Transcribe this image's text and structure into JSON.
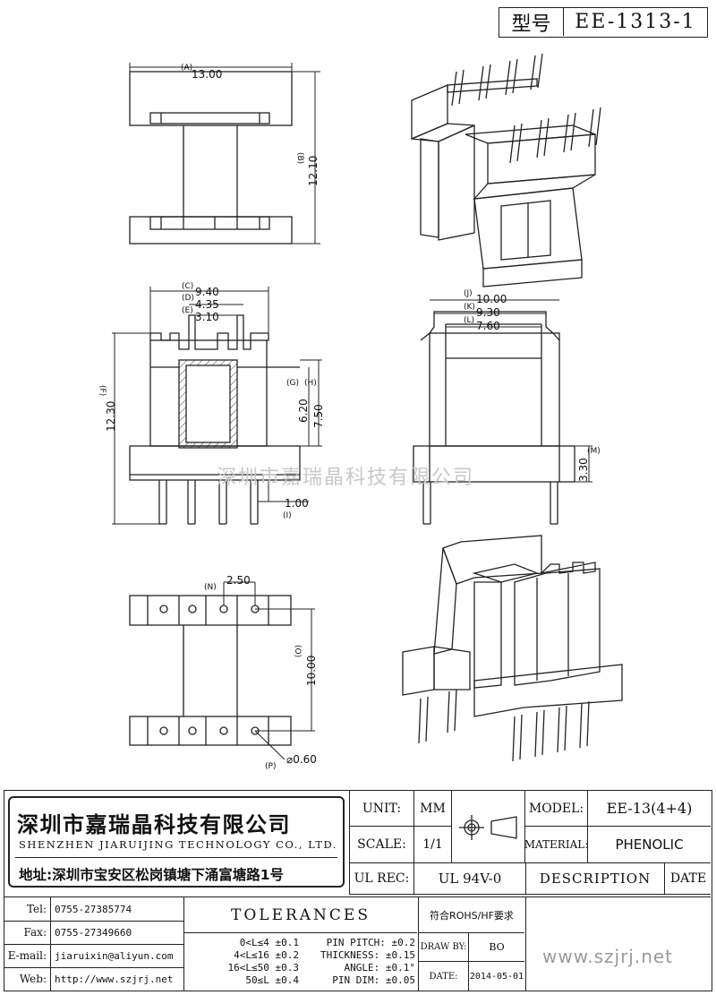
{
  "header": {
    "model_label": "型号",
    "model_value": "EE-1313-1"
  },
  "watermark": "深圳市嘉瑞晶科技有限公司",
  "dimensions": {
    "A": "(A)",
    "A_val": "13.00",
    "B": "(B)",
    "B_val": "12.10",
    "C": "(C)",
    "C_val": "9.40",
    "D": "(D)",
    "D_val": "4.35",
    "E": "(E)",
    "E_val": "3.10",
    "F": "(F)",
    "F_val": "12.30",
    "G": "(G)",
    "G_val": "6.20",
    "H": "(H)",
    "H_val": "7.50",
    "I": "(I)",
    "I_val": "1.00",
    "J": "(J)",
    "J_val": "10.00",
    "K": "(K)",
    "K_val": "9.30",
    "L": "(L)",
    "L_val": "7.60",
    "M": "(M)",
    "M_val": "3.30",
    "N": "(N)",
    "N_val": "2.50",
    "O": "(O)",
    "O_val": "10.00",
    "P": "(P)",
    "P_val": "⌀0.60"
  },
  "company": {
    "name_cn": "深圳市嘉瑞晶科技有限公司",
    "name_en": "SHENZHEN JIARUIJING TECHNOLOGY CO., LTD.",
    "address": "地址:深圳市宝安区松岗镇塘下涌富塘路1号"
  },
  "title_block": {
    "unit_label": "UNIT:",
    "unit_value": "MM",
    "scale_label": "SCALE:",
    "scale_value": "1/1",
    "model_label": "MODEL:",
    "model_value": "EE-13(4+4)",
    "material_label": "MATERIAL:",
    "material_value": "PHENOLIC",
    "ulrec_label": "UL REC:",
    "ulrec_value": "UL 94V-0",
    "description_label": "DESCRIPTION",
    "date_label": "DATE",
    "tolerances_label": "TOLERANCES",
    "rohs": "符合ROHS/HF要求",
    "drawby_label": "DRAW BY:",
    "drawby_value": "BO",
    "date2_label": "DATE:",
    "date2_value": "2014-05-01",
    "website_big": "www.szjrj.net"
  },
  "contacts": [
    {
      "label": "Tel:",
      "value": "0755-27385774"
    },
    {
      "label": "Fax:",
      "value": "0755-27349660"
    },
    {
      "label": "E-mail:",
      "value": "jiaruixin@aliyun.com"
    },
    {
      "label": "Web:",
      "value": "http://www.szjrj.net"
    }
  ],
  "tolerance_lines": [
    "0<L≤4 ±0.1",
    "4<L≤16 ±0.2",
    "16<L≤50 ±0.3",
    "50≤L ±0.4"
  ],
  "spec_lines": [
    "PIN PITCH: ±0.2",
    "THICKNESS: ±0.15",
    "ANGLE: ±0.1°",
    "PIN DIM: ±0.05"
  ]
}
